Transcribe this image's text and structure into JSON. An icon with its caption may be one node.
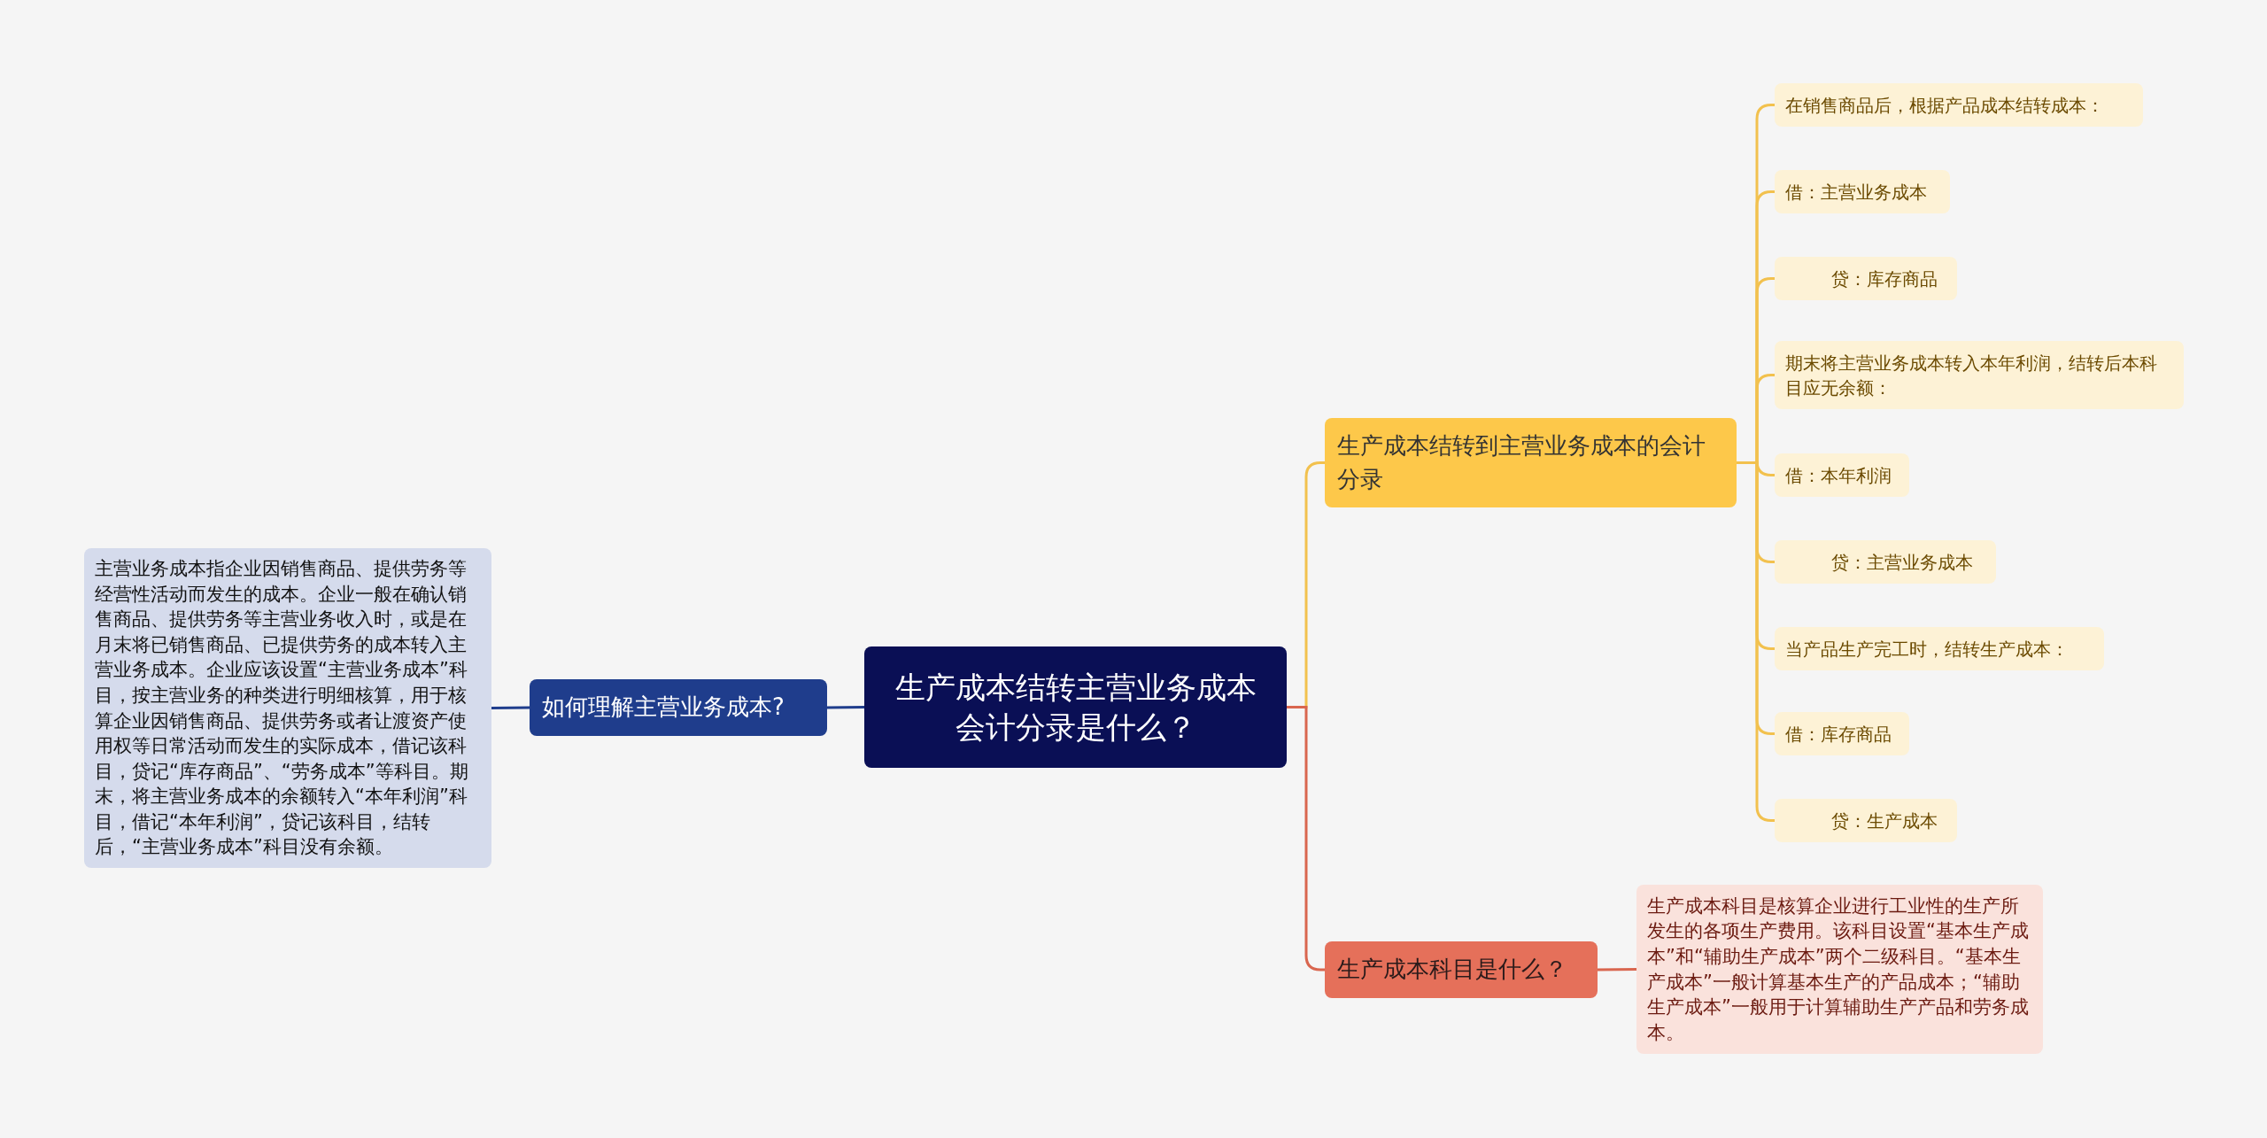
{
  "diagram": {
    "nodes": [
      {
        "text": [
          "生产成本结转主营业务成本会计分录是什么？"
        ]
      },
      {
        "text": [
          "如何理解主营业务成本?"
        ]
      },
      {
        "text": [
          "主营业务成本指企业因销售商品、提供劳务等经营性活动而发生的成本。企业一般在确认销售商品、提供劳务等主营业务收入时，或是在月末将已销售商品、已提供劳务的成本转入主营业务成本。企业应该设置“主营业务成本”科目，按主营业务的种类进行明细核算，用于核算企业因销售商品、提供劳务或者让渡资产使用权等日常活动而发生的实际成本，借记该科目，贷记“库存商品”、“劳务成本”等科目。期末，将主营业务成本的余额转入“本年利润”科目，借记“本年利润”，贷记该科目，结转后，“主营业务成本”科目没有余额。"
        ]
      },
      {
        "text": [
          "生产成本结转到主营业务成本的会计分录"
        ]
      },
      {
        "text": [
          "在销售商品后，根据产品成本结转成本："
        ]
      },
      {
        "text": [
          "借：主营业务成本"
        ]
      },
      {
        "text": [
          "贷：库存商品"
        ]
      },
      {
        "text": [
          "期末将主营业务成本转入本年利润，结转后本科目应无余额："
        ]
      },
      {
        "text": [
          "借：本年利润"
        ]
      },
      {
        "text": [
          "贷：主营业务成本"
        ]
      },
      {
        "text": [
          "当产品生产完工时，结转生产成本："
        ]
      },
      {
        "text": [
          "借：库存商品"
        ]
      },
      {
        "text": [
          "贷：生产成本"
        ]
      },
      {
        "text": [
          "生产成本科目是什么？"
        ]
      },
      {
        "text": [
          "生产成本科目是核算企业进行工业性的生产所发生的各项生产费用。该科目设置“基本生产成本”和“辅助生产成本”两个二级科目。“基本生产成本”一般计算基本生产的产品成本；“辅助生产成本”一般用于计算辅助生产产品和劳务成本。"
        ]
      }
    ],
    "edges": [
      {
        "from": 0,
        "to": 1,
        "arrow": "none",
        "color": "#1f3d8c"
      },
      {
        "from": 1,
        "to": 2,
        "arrow": "none",
        "color": "#1f3d8c"
      },
      {
        "from": 0,
        "to": 3,
        "arrow": "none"
      },
      {
        "from": 3,
        "to": 4,
        "arrow": "none"
      },
      {
        "from": 3,
        "to": 5,
        "arrow": "none"
      },
      {
        "from": 3,
        "to": 6,
        "arrow": "none"
      },
      {
        "from": 3,
        "to": 7,
        "arrow": "none"
      },
      {
        "from": 3,
        "to": 8,
        "arrow": "none"
      },
      {
        "from": 3,
        "to": 9,
        "arrow": "none"
      },
      {
        "from": 3,
        "to": 10,
        "arrow": "none"
      },
      {
        "from": 3,
        "to": 11,
        "arrow": "none"
      },
      {
        "from": 3,
        "to": 12,
        "arrow": "none"
      },
      {
        "from": 0,
        "to": 13,
        "arrow": "none",
        "color": "#d9664f"
      },
      {
        "from": 13,
        "to": 14,
        "arrow": "none",
        "color": "#d9664f"
      }
    ]
  }
}
